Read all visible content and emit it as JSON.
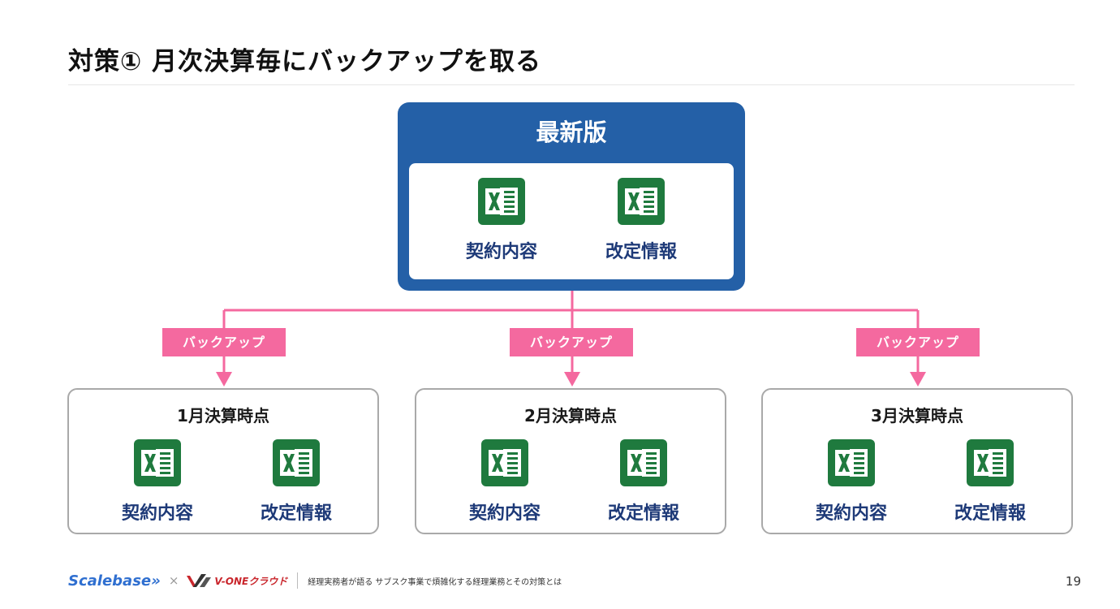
{
  "title": "対策① 月次決算毎にバックアップを取る",
  "latest": {
    "label": "最新版",
    "files": [
      {
        "name": "契約内容",
        "icon": "excel-icon"
      },
      {
        "name": "改定情報",
        "icon": "excel-icon"
      }
    ]
  },
  "backup_label": "バックアップ",
  "snapshots": [
    {
      "label": "1月決算時点",
      "files": [
        {
          "name": "契約内容",
          "icon": "excel-icon"
        },
        {
          "name": "改定情報",
          "icon": "excel-icon"
        }
      ]
    },
    {
      "label": "2月決算時点",
      "files": [
        {
          "name": "契約内容",
          "icon": "excel-icon"
        },
        {
          "name": "改定情報",
          "icon": "excel-icon"
        }
      ]
    },
    {
      "label": "3月決算時点",
      "files": [
        {
          "name": "契約内容",
          "icon": "excel-icon"
        },
        {
          "name": "改定情報",
          "icon": "excel-icon"
        }
      ]
    }
  ],
  "footer": {
    "brand_scalebase": "Scalebase»",
    "separator": "×",
    "brand_vone": "V-ONEクラウド",
    "text": "経理実務者が語る サブスク事業で煩雑化する経理業務とその対策とは",
    "page_number": "19"
  },
  "colors": {
    "latest_bg": "#2460a7",
    "connector": "#f4699f",
    "excel_green": "#1f7a3e",
    "file_label": "#1e3a78"
  }
}
